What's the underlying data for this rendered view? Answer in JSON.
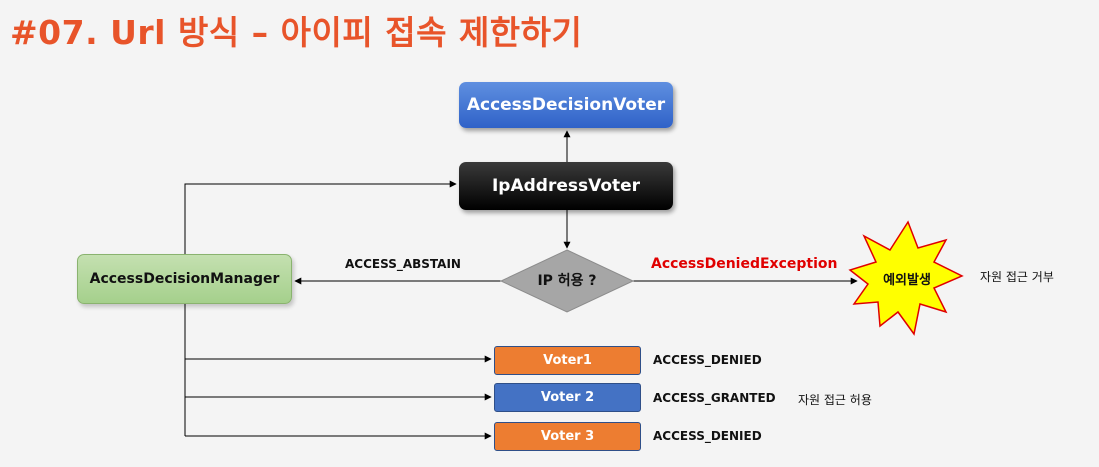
{
  "title": "#07. Url 방식 – 아이피 접속 제한하기",
  "nodes": {
    "access_decision_voter": "AccessDecisionVoter",
    "ip_address_voter": "IpAddressVoter",
    "access_decision_manager": "AccessDecisionManager",
    "decision": "IP 허용 ?",
    "exception_burst": "예외발생",
    "voter1": "Voter1",
    "voter2": "Voter 2",
    "voter3": "Voter 3"
  },
  "edge_labels": {
    "abstain": "ACCESS_ABSTAIN",
    "exception": "AccessDeniedException",
    "voter1_result": "ACCESS_DENIED",
    "voter2_result": "ACCESS_GRANTED",
    "voter3_result": "ACCESS_DENIED"
  },
  "notes": {
    "deny": "자원 접근 거부",
    "grant": "자원 접근 허용"
  },
  "colors": {
    "title": "#e8542a",
    "voter_blue": "#4472c4",
    "voter_orange": "#ed7d31",
    "manager_green": "#a9d18e",
    "exception_red": "#e00000",
    "burst_yellow": "#ffff00"
  }
}
